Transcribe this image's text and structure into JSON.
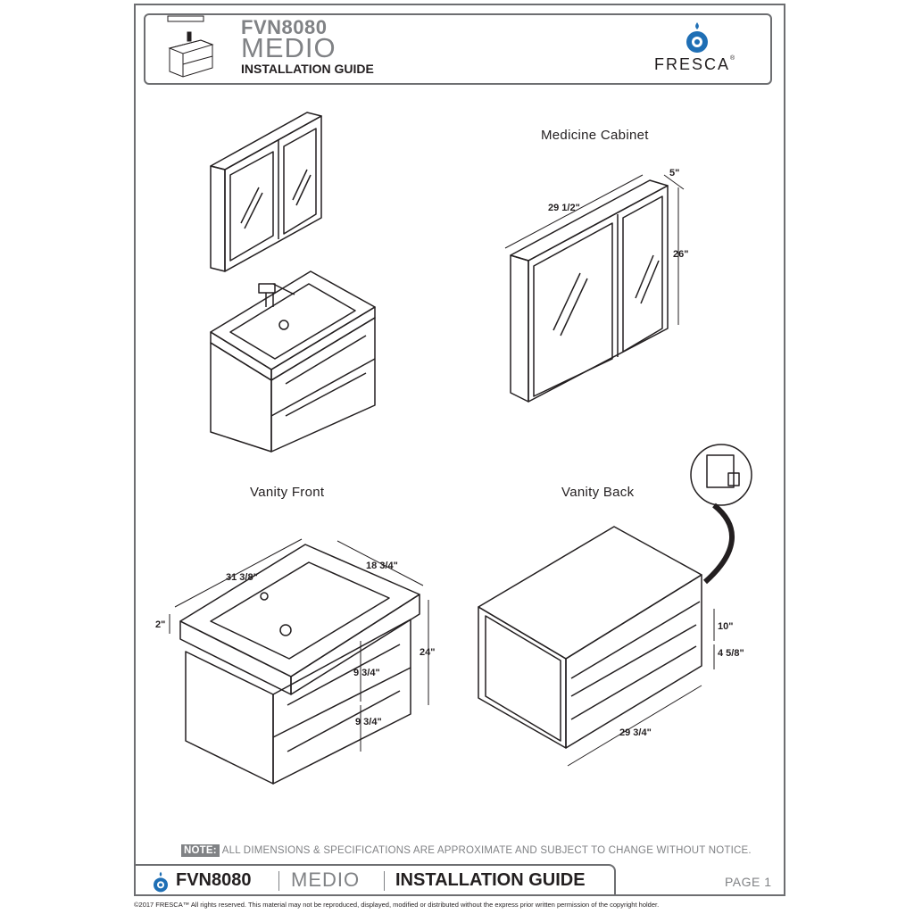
{
  "header": {
    "model": "FVN8080",
    "name": "MEDIO",
    "guide": "INSTALLATION GUIDE",
    "brand": "FRESCA",
    "brand_mark": "®"
  },
  "views": {
    "medicine_cabinet": "Medicine Cabinet",
    "vanity_front": "Vanity Front",
    "vanity_back": "Vanity Back"
  },
  "dimensions": {
    "cabinet_width": "29 1/2\"",
    "cabinet_depth": "5\"",
    "cabinet_height": "26\"",
    "vanity_width": "31 3/8\"",
    "vanity_depth": "18 3/4\"",
    "vanity_top": "2\"",
    "vanity_height": "24\"",
    "drawer_upper": "9 3/4\"",
    "drawer_lower": "9 3/4\"",
    "back_upper": "10\"",
    "back_gap": "4 5/8\"",
    "back_width": "29 3/4\""
  },
  "note": {
    "tag": "NOTE:",
    "text": "ALL DIMENSIONS & SPECIFICATIONS ARE APPROXIMATE AND SUBJECT TO CHANGE WITHOUT NOTICE."
  },
  "footer": {
    "model": "FVN8080",
    "name": "MEDIO",
    "guide": "INSTALLATION GUIDE",
    "page": "PAGE 1",
    "copyright": "©2017 FRESCA™ All rights reserved. This material may not be reproduced, displayed, modified or distributed without the express prior written permission of the copyright holder."
  },
  "icons": [
    "fresca-logo-icon",
    "vanity-thumbnail-icon"
  ],
  "colors": {
    "border": "#6d6e71",
    "muted_text": "#808285",
    "text": "#231f20",
    "logo": "#1f6fb5"
  }
}
